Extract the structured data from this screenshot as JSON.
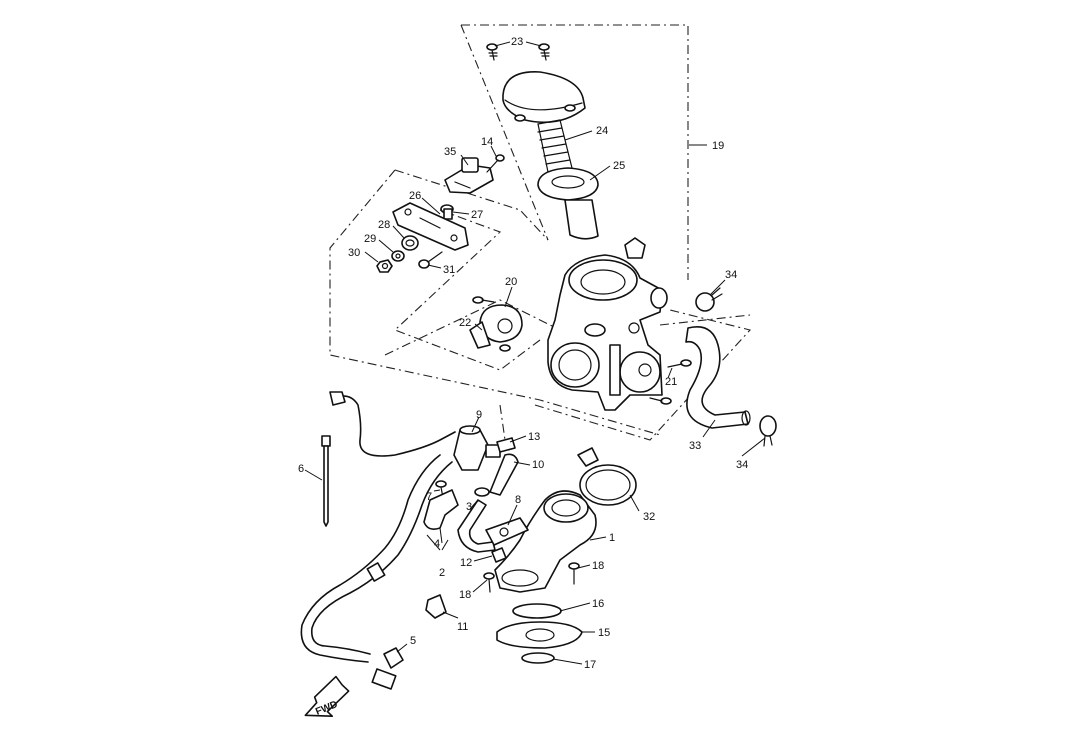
{
  "callouts": {
    "c1": "1",
    "c2": "2",
    "c3": "3",
    "c4": "4",
    "c5": "5",
    "c6": "6",
    "c7": "7",
    "c8": "8",
    "c9": "9",
    "c10": "10",
    "c11": "11",
    "c12": "12",
    "c13": "13",
    "c14": "14",
    "c15": "15",
    "c16": "16",
    "c17": "17",
    "c18a": "18",
    "c18b": "18",
    "c19": "19",
    "c20": "20",
    "c21": "21",
    "c22": "22",
    "c23": "23",
    "c24": "24",
    "c25": "25",
    "c26": "26",
    "c27": "27",
    "c28": "28",
    "c29": "29",
    "c30": "30",
    "c31": "31",
    "c32": "32",
    "c33": "33",
    "c34a": "34",
    "c34b": "34",
    "c35": "35"
  },
  "direction_arrow": {
    "label": "FWD"
  }
}
